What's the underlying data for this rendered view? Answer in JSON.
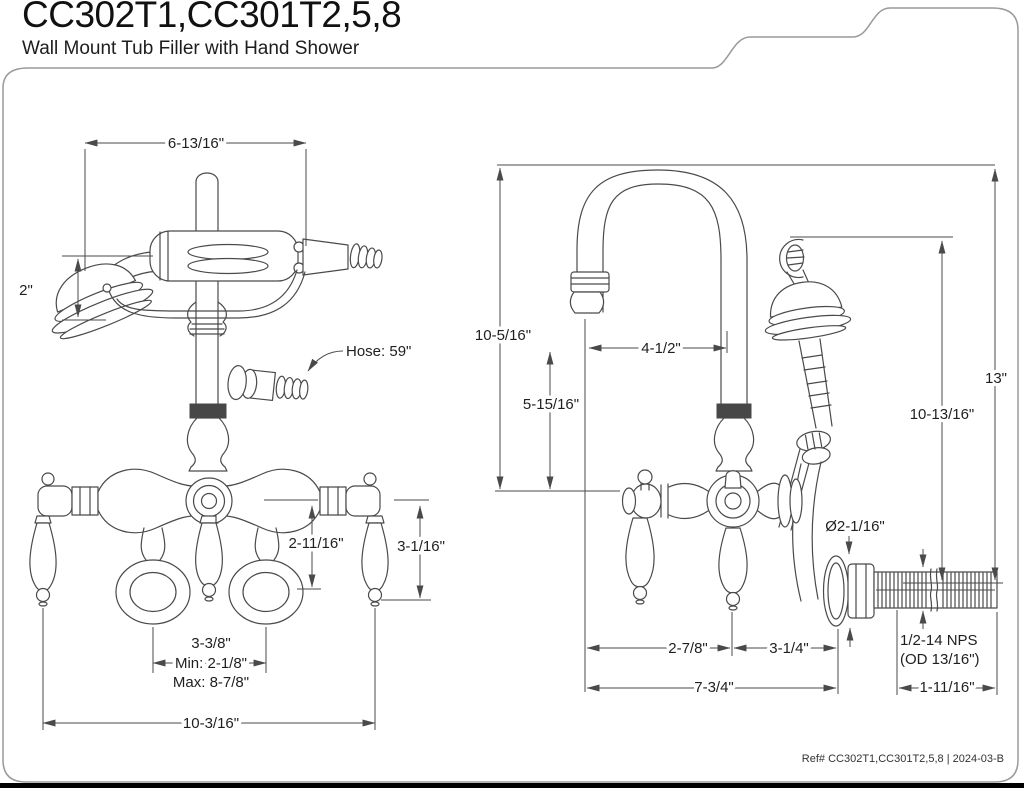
{
  "header": {
    "model": "CC302T1,CC301T2,5,8",
    "subtitle": "Wall Mount Tub Filler with Hand Shower"
  },
  "footer": {
    "ref_text": "Ref# CC302T1,CC301T2,5,8 | 2024-03-B"
  },
  "front_view": {
    "dims": {
      "head_to_hose_width": "6-13/16\"",
      "head_height": "2\"",
      "hose_length": "Hose: 59\"",
      "body_to_spout_drop": "2-11/16\"",
      "body_to_handle_drop": "3-1/16\"",
      "union_spread_default": "3-3/8\"",
      "union_spread_min": "Min: 2-1/8\"",
      "union_spread_max": "Max: 8-7/8\"",
      "overall_width": "10-3/16\""
    }
  },
  "side_view": {
    "dims": {
      "spout_top_height": "10-5/16\"",
      "spout_reach": "4-1/2\"",
      "spout_drop": "5-15/16\"",
      "overall_height": "13\"",
      "shower_hook_height": "10-13/16\"",
      "flange_diameter": "Ø2-1/16\"",
      "spout_to_handle": "2-7/8\"",
      "handle_to_wall": "3-1/4\"",
      "thread_spec_line1": "1/2-14 NPS",
      "thread_spec_line2": "(OD 13/16\")",
      "nipple_length": "1-11/16\""
    }
  },
  "colors": {
    "line": "#4a4a4a",
    "text": "#1f1f1f",
    "border": "#9a9a9a",
    "bottom_bar": "#000000",
    "background": "#ffffff"
  }
}
